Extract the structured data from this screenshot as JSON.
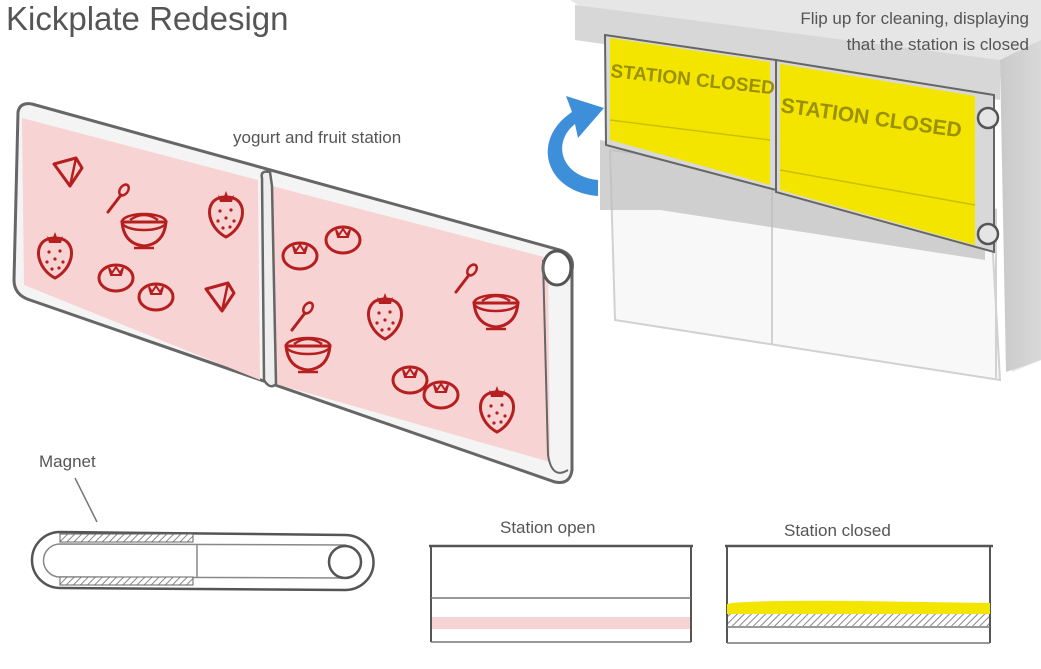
{
  "title": "Kickplate Redesign",
  "flip_caption": {
    "line1": "Flip up for cleaning, displaying",
    "line2": "that the station is closed"
  },
  "station_caption": "yogurt and fruit station",
  "magnet_caption": "Magnet",
  "open_caption": "Station open",
  "closed_caption": "Station closed",
  "closed_panel_text": "STATION CLOSED",
  "colors": {
    "panel_pink": "#f8d3d3",
    "icon_red": "#b51f1f",
    "closed_yellow": "#f3e500",
    "arrow_blue": "#3e8fd9",
    "housing_grey": "#d2d2d2"
  },
  "icons": [
    "cube-icon",
    "spoon-icon",
    "bowl-icon",
    "strawberry-icon",
    "blueberry-icon"
  ]
}
